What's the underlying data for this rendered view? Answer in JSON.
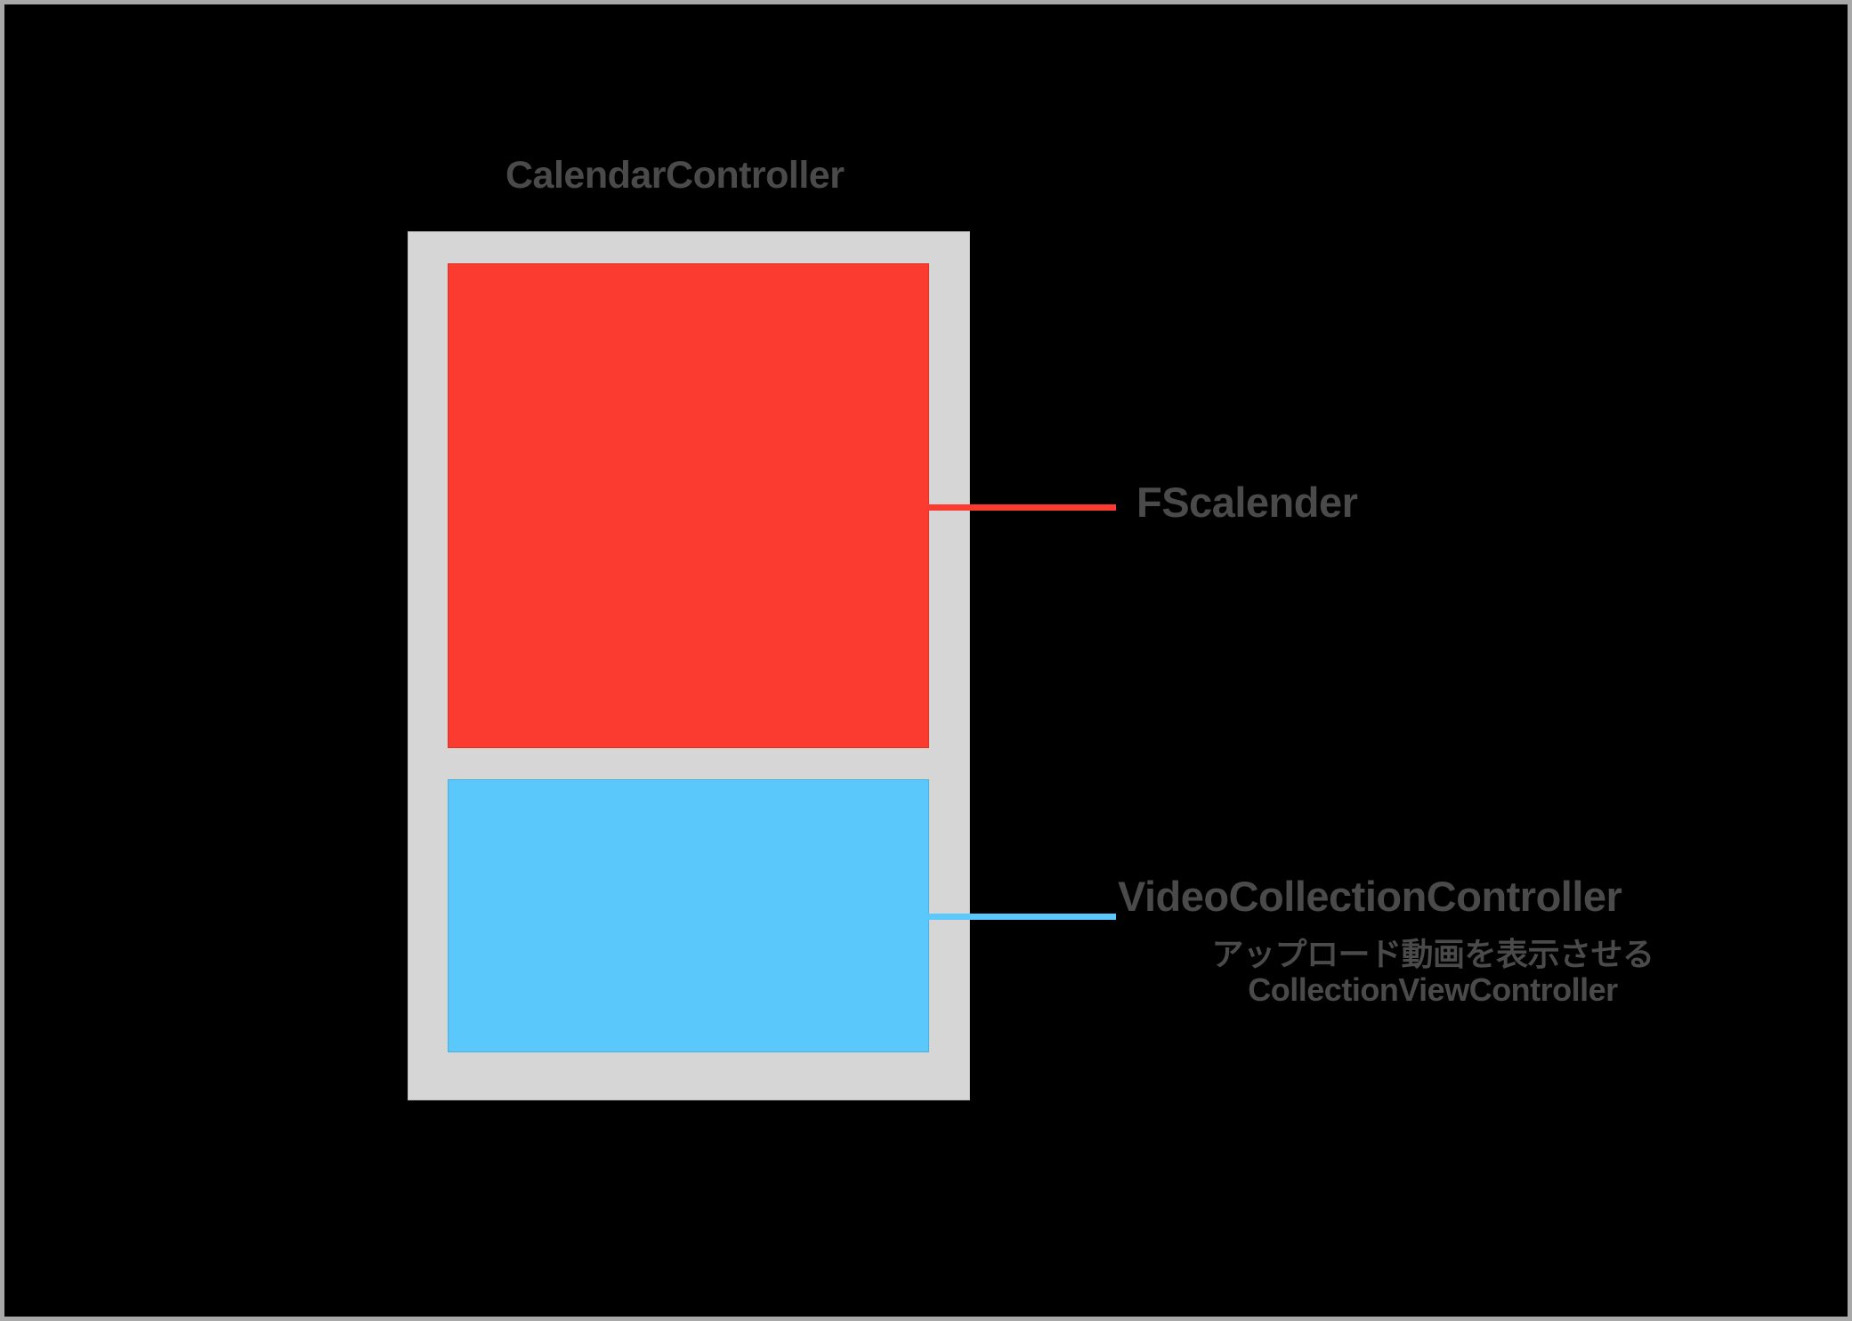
{
  "diagram": {
    "background_color": "#000000",
    "border_color": "#a8a8a8",
    "text_color": "#4a4a4a",
    "container": {
      "title": "CalendarController",
      "frame_color": "#d6d6d6"
    },
    "regions": [
      {
        "id": "calendar",
        "label": "FScalender",
        "color": "#fb3b2f",
        "connector_color": "#fb3b2f"
      },
      {
        "id": "video",
        "label": "VideoCollectionController",
        "color": "#5bc8fb",
        "connector_color": "#5bc8fb",
        "annotation_lines": [
          "アップロード動画を表示させる",
          "CollectionViewController"
        ]
      }
    ]
  }
}
